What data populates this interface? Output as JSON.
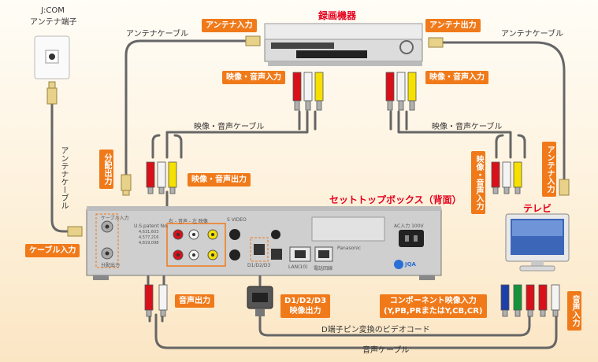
{
  "wall_outlet": {
    "title_line1": "J:COM",
    "title_line2": "アンテナ端子"
  },
  "devices": {
    "recorder": "録画機器",
    "settop": "セットトップボックス（背面）",
    "tv": "テレビ"
  },
  "cables": {
    "antenna_cable_left": "アンテナケーブル",
    "antenna_cable_right": "アンテナケーブル",
    "antenna_cable_vertical": "アンテナケーブル",
    "av_cable_left": "映像・音声ケーブル",
    "av_cable_right": "映像・音声ケーブル",
    "d_terminal_cord": "D端子ピン変換のビデオコード",
    "audio_cable": "音声ケーブル"
  },
  "tags": {
    "antenna_in": "アンテナ入力",
    "antenna_out": "アンテナ出力",
    "av_in_recorder": "映像・音声入力",
    "av_in_recorder_right": "映像・音声入力",
    "splitter_out": "分配出力",
    "av_out_stb": "映像・音声出力",
    "av_in_tv": "映像・音声入力",
    "antenna_in_tv": "アンテナ入力",
    "cable_in": "ケーブル入力",
    "audio_out": "音声出力",
    "d_out_line1": "D1/D2/D3",
    "d_out_line2": "映像出力",
    "component_line1": "コンポーネント映像入力",
    "component_line2": "(Y,PB,PRまたはY,CB,CR)",
    "audio_in": "音声入力"
  },
  "stb_panel": {
    "cable_in_port": "ケーブル入力",
    "split_out_port": "分配出力",
    "patent": "U.S.patent No.",
    "patent_nums": "4,631,603\n4,577,216\n4,819,098",
    "av_section": "右 - 音声 - 左   映像",
    "s_video": "S VIDEO",
    "lan": "LAN(10)",
    "tel": "電話回線",
    "d_port": "D1/D2/D3",
    "ac": "AC入力 100V",
    "brand": "Panasonic",
    "jqa": "JQA"
  },
  "colors": {
    "accent": "#f07a1a",
    "title_red": "#e4001d",
    "plug_red": "#d8101a",
    "plug_white": "#f4f4f4",
    "plug_yellow": "#f5e000",
    "plug_blue": "#1d3fa8",
    "plug_green": "#14943a",
    "cable": "#666666"
  }
}
